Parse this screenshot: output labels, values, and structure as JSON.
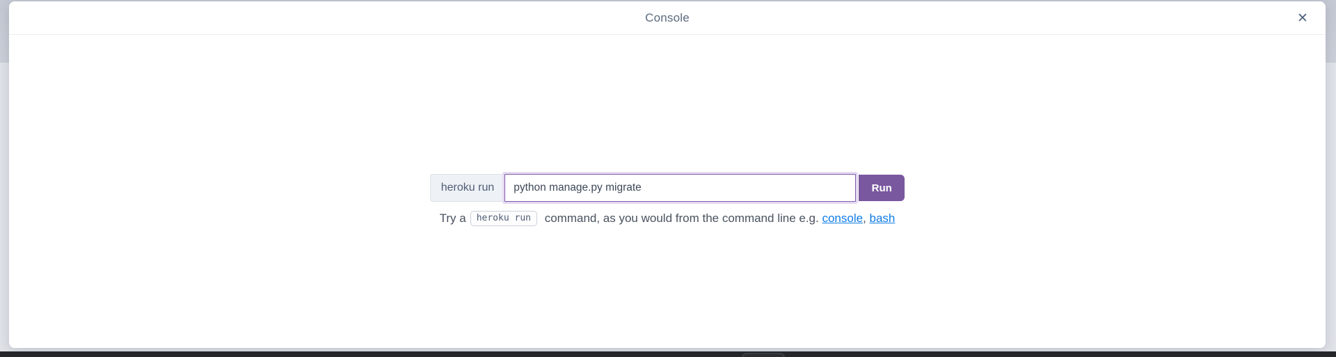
{
  "modal": {
    "title": "Console",
    "close_glyph": "✕"
  },
  "console": {
    "prefix_label": "heroku run",
    "command_value": "python manage.py migrate",
    "run_label": "Run",
    "help": {
      "before_code": "Try a",
      "code": "heroku run",
      "after_code": " command, as you would from the command line e.g. ",
      "link_console": "console",
      "separator": ", ",
      "link_bash": "bash"
    }
  },
  "colors": {
    "accent_purple": "#79589f",
    "input_focus_border": "#8059a6",
    "input_focus_ring": "#e4daf1",
    "link_blue": "#107ce6",
    "title_text": "#5b6a7e",
    "body_text": "#49525f",
    "backdrop_top": "#c8ccd5",
    "backdrop_bottom": "#e1e4e9",
    "taskbar": "#242629"
  }
}
